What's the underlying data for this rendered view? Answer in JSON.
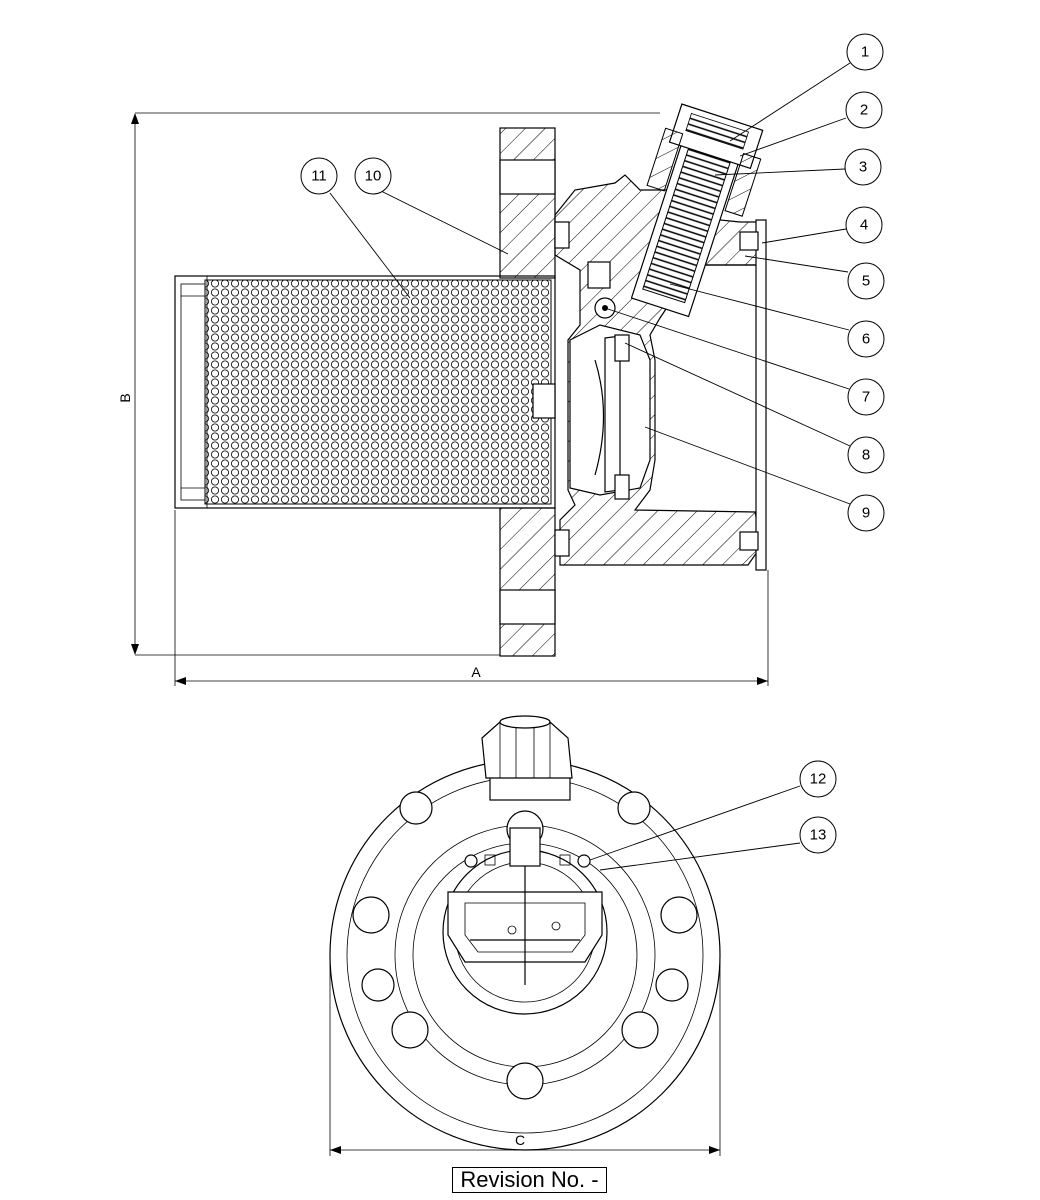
{
  "balloons": [
    {
      "id": "balloon-1",
      "label": "1"
    },
    {
      "id": "balloon-2",
      "label": "2"
    },
    {
      "id": "balloon-3",
      "label": "3"
    },
    {
      "id": "balloon-4",
      "label": "4"
    },
    {
      "id": "balloon-5",
      "label": "5"
    },
    {
      "id": "balloon-6",
      "label": "6"
    },
    {
      "id": "balloon-7",
      "label": "7"
    },
    {
      "id": "balloon-8",
      "label": "8"
    },
    {
      "id": "balloon-9",
      "label": "9"
    },
    {
      "id": "balloon-10",
      "label": "10"
    },
    {
      "id": "balloon-11",
      "label": "11"
    },
    {
      "id": "balloon-12",
      "label": "12"
    },
    {
      "id": "balloon-13",
      "label": "13"
    }
  ],
  "dimensions": {
    "a_label": "A",
    "b_label": "B",
    "c_label": "C"
  },
  "revision": "Revision No. -"
}
